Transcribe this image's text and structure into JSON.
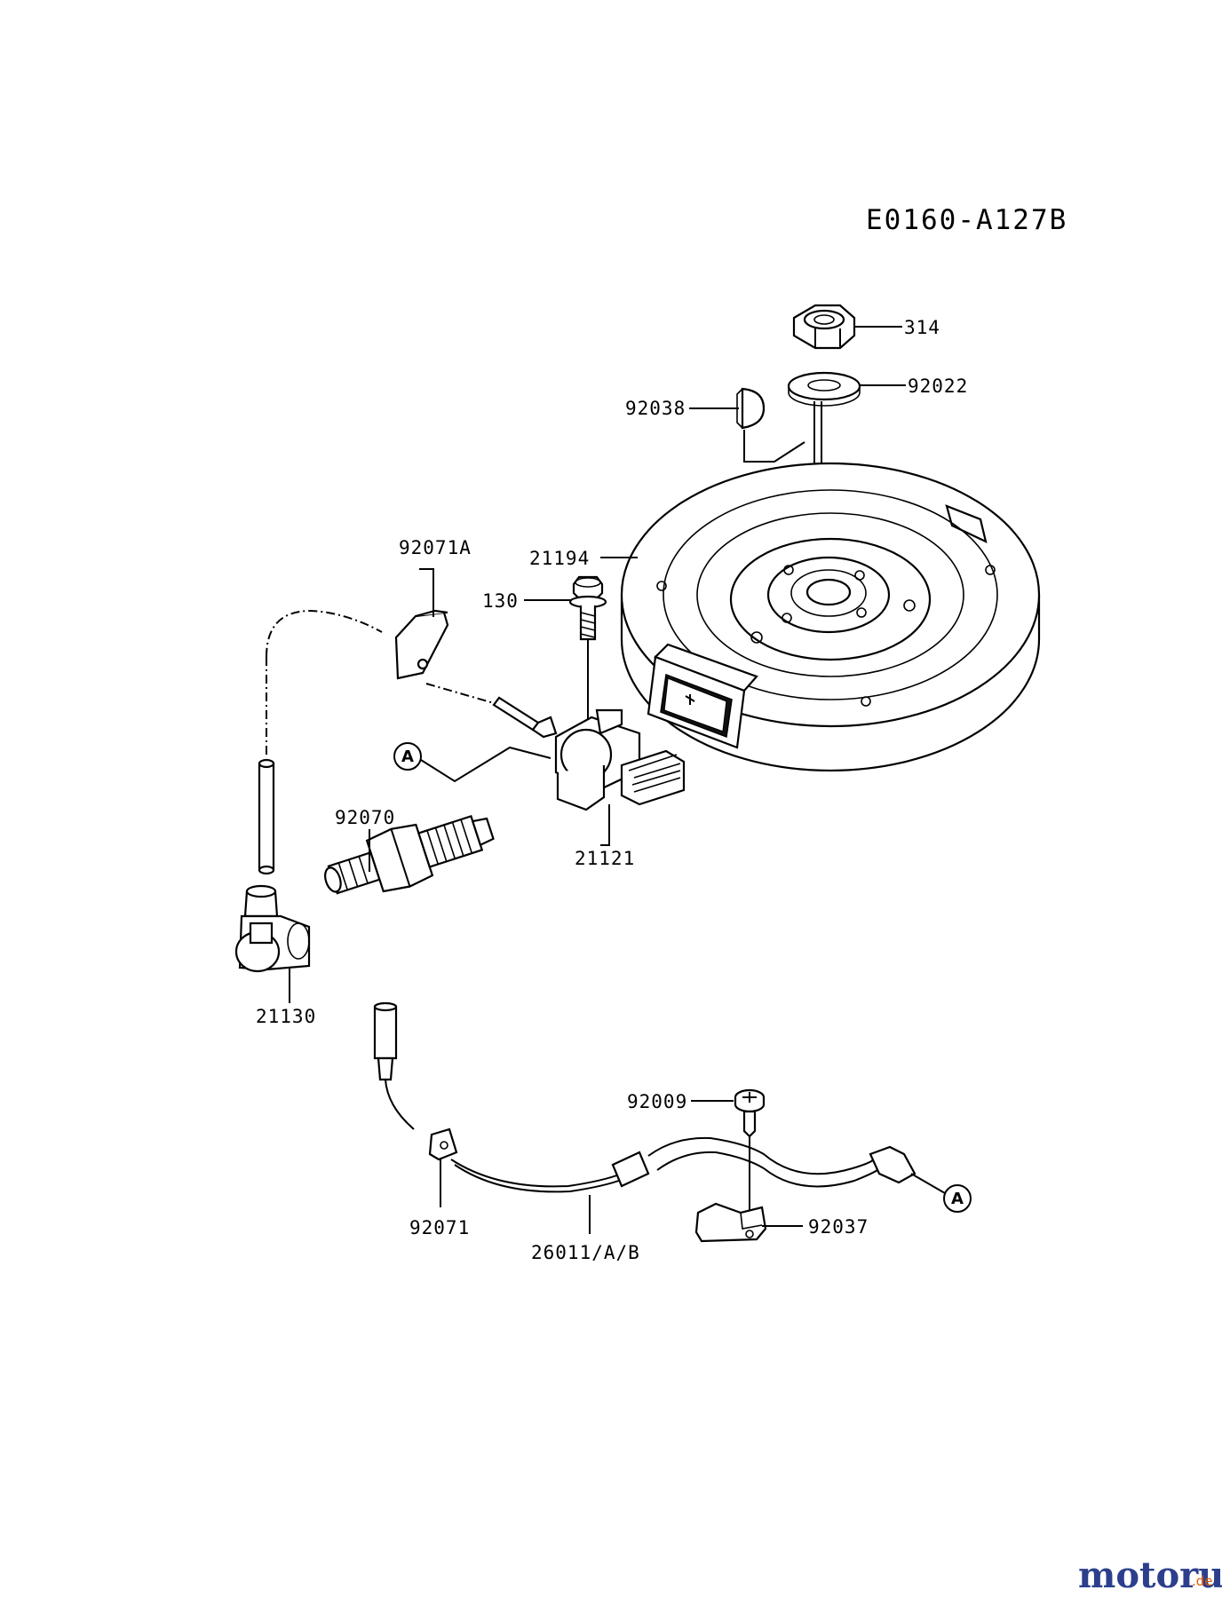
{
  "diagram": {
    "code": "E0160-A127B",
    "part_labels": {
      "p314": "314",
      "p92022": "92022",
      "p92038": "92038",
      "p92071A": "92071A",
      "p21194": "21194",
      "p130": "130",
      "p92070": "92070",
      "p21121": "21121",
      "p21130": "21130",
      "p92009": "92009",
      "p92071": "92071",
      "p26011": "26011/A/B",
      "p92037": "92037"
    },
    "reference_markers": {
      "left": "A",
      "right": "A"
    }
  },
  "watermark": {
    "brand": "motoruf",
    "suffix": ".de"
  }
}
